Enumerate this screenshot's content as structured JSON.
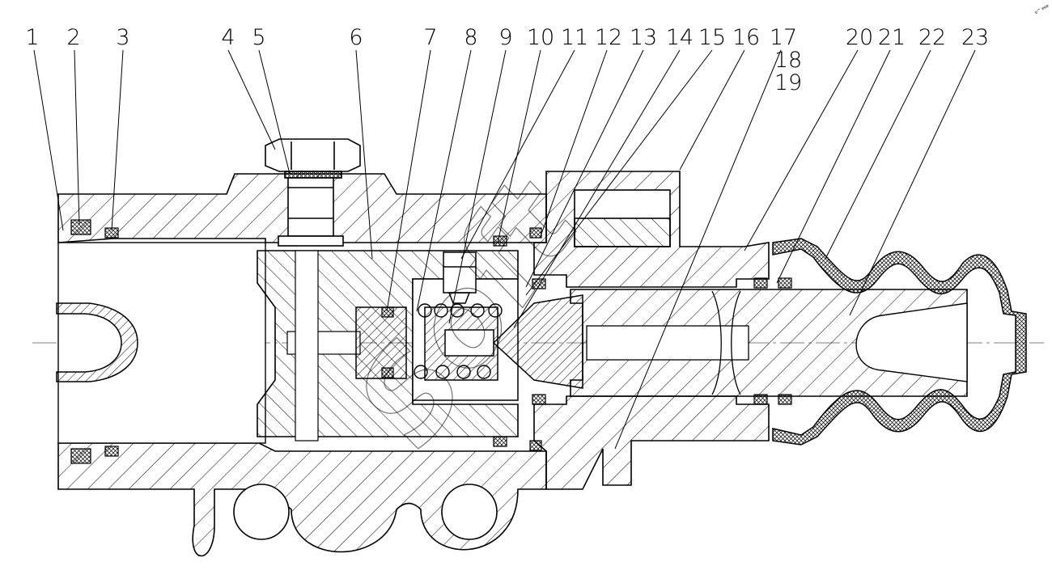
{
  "diagram": {
    "callouts": [
      "1",
      "2",
      "3",
      "4",
      "5",
      "6",
      "7",
      "8",
      "9",
      "10",
      "11",
      "12",
      "13",
      "14",
      "15",
      "16",
      "17",
      "18",
      "19",
      "20",
      "21",
      "22",
      "23"
    ],
    "watermark": "Soft",
    "corner_mark": "e™ eee"
  }
}
